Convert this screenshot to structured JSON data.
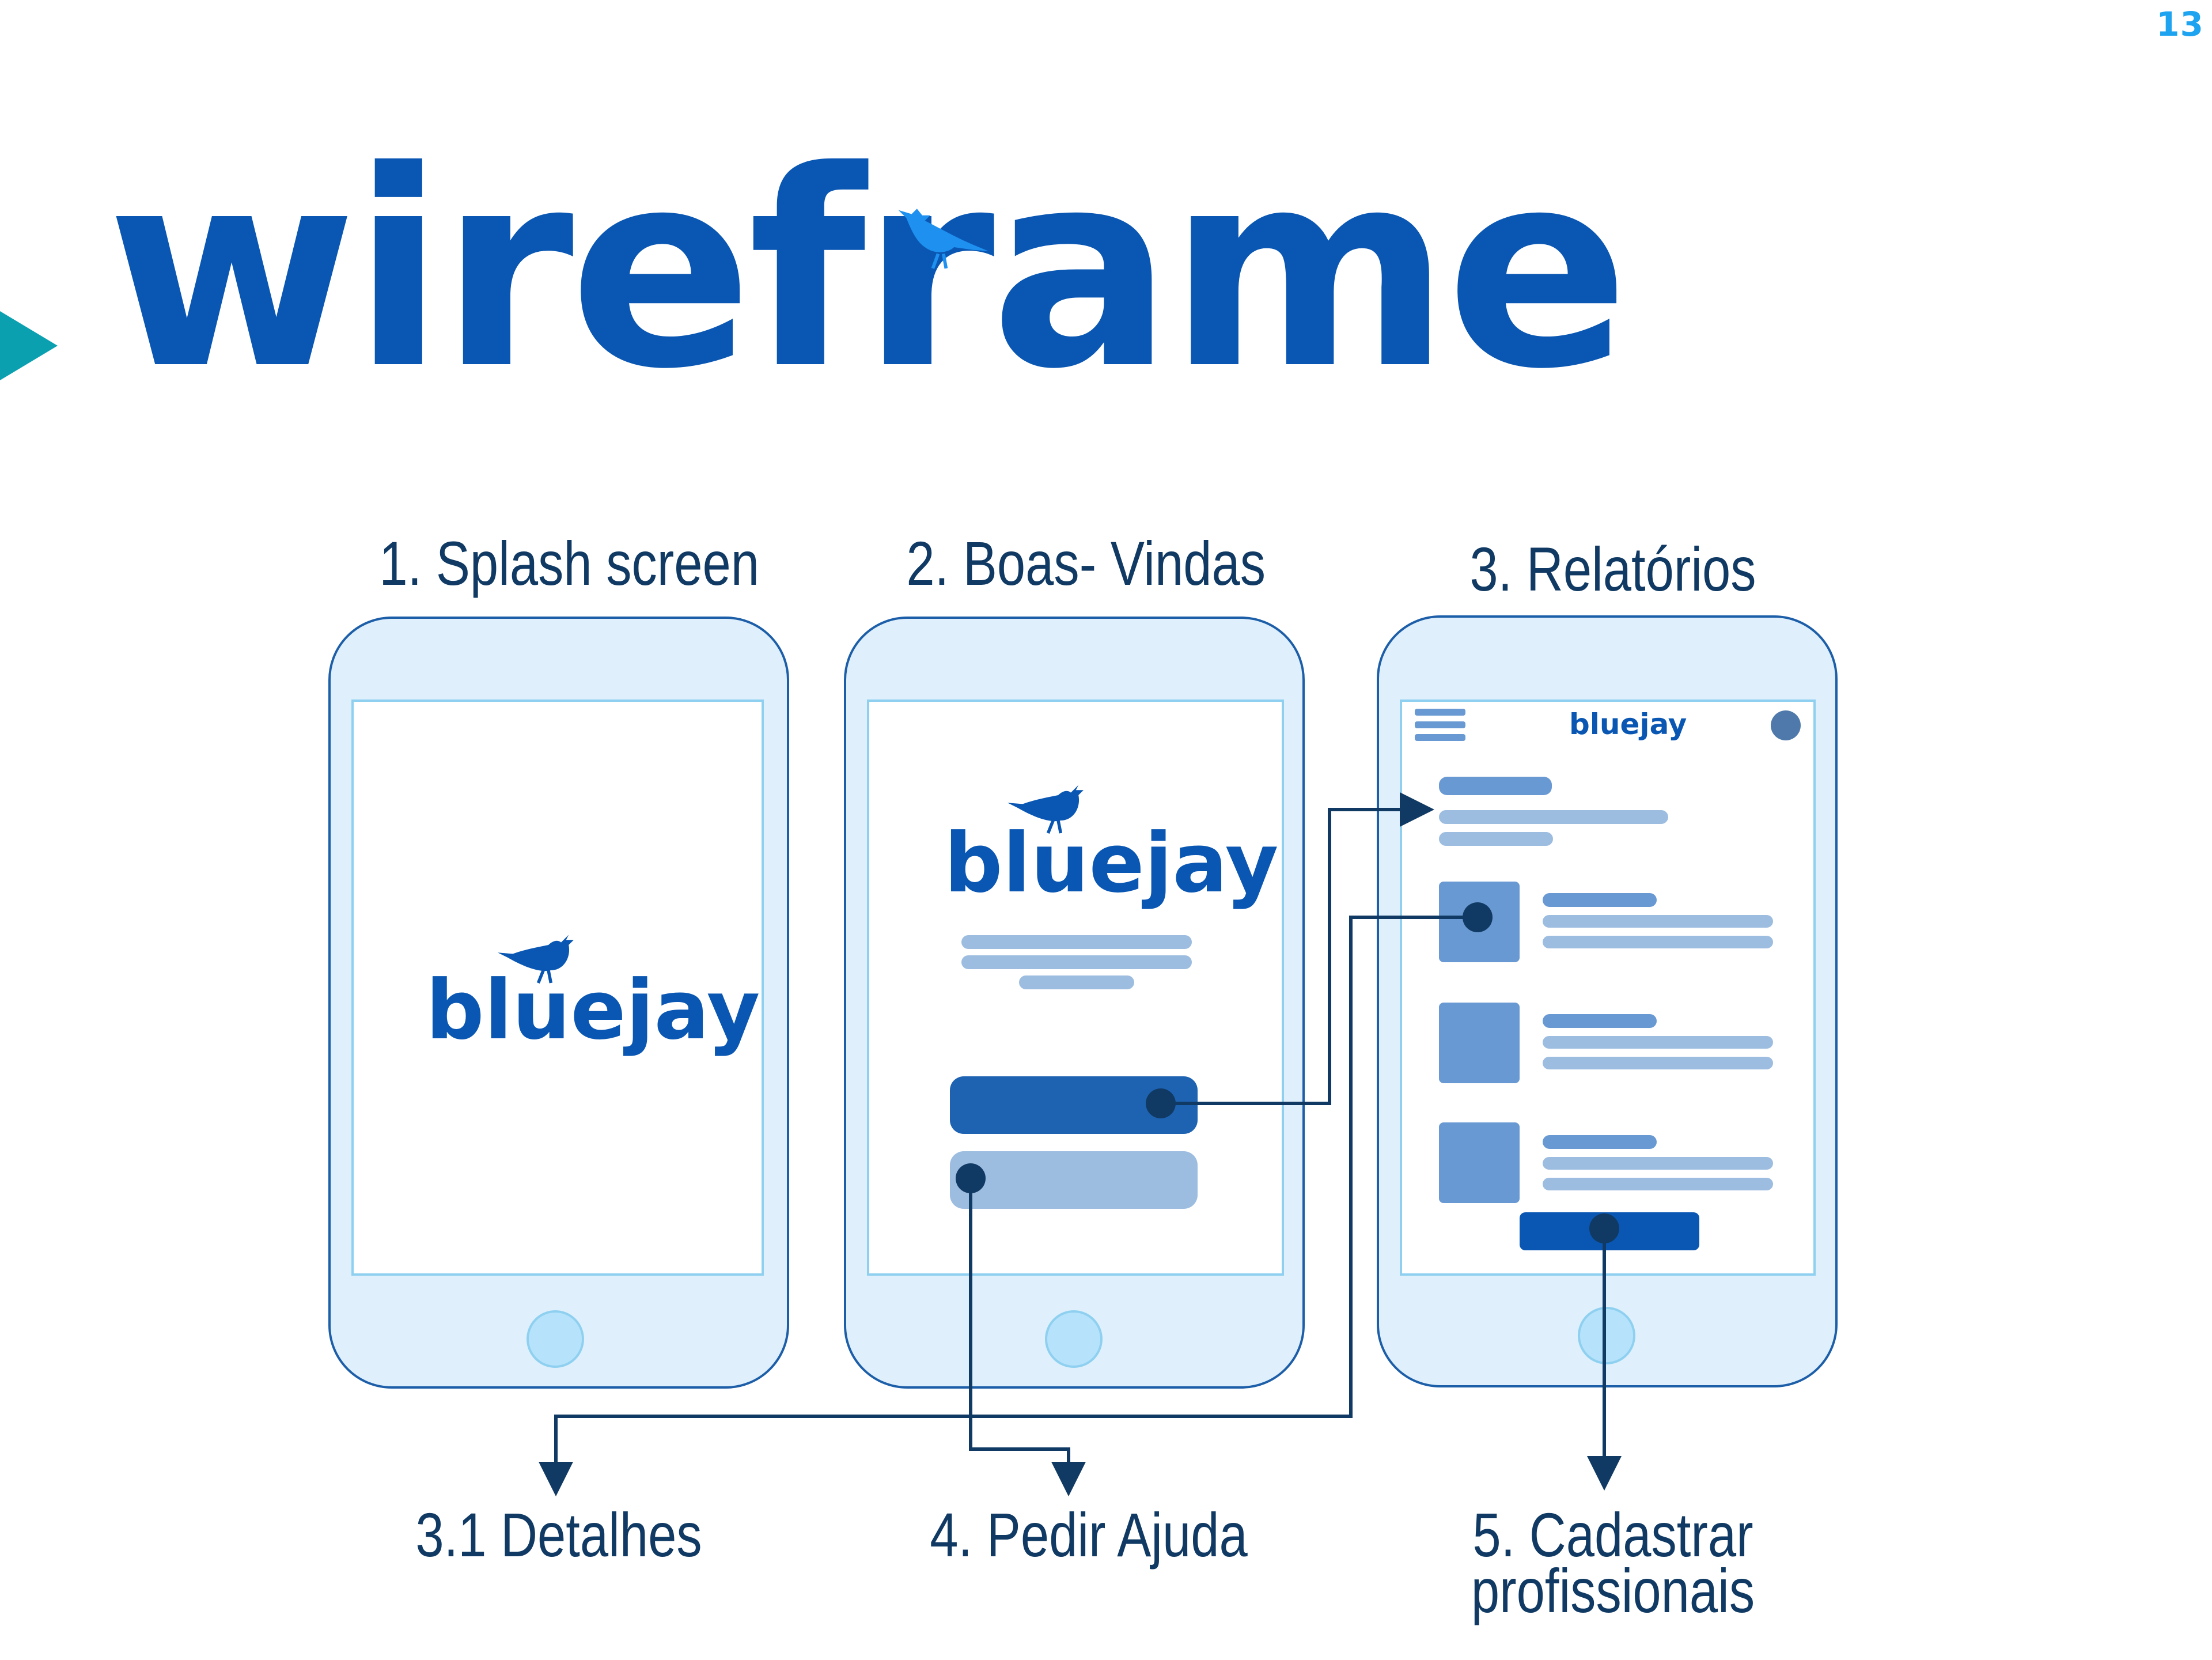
{
  "page_number": "13",
  "title": "wireframe",
  "brand": "bluejay",
  "colors": {
    "primary": "#0a57b3",
    "bird": "#1e90f0",
    "arrow_teal": "#0aa0b0",
    "connector": "#103a63"
  },
  "screens": [
    {
      "label": "1. Splash screen"
    },
    {
      "label": "2. Boas- Vindas"
    },
    {
      "label": "3. Relatórios"
    }
  ],
  "destinations": [
    {
      "label": "3.1 Detalhes"
    },
    {
      "label": "4. Pedir Ajuda"
    },
    {
      "label": "5. Cadastrar profissionais",
      "lines": [
        "5. Cadastrar",
        "profissionais"
      ]
    }
  ],
  "icons": [
    "play-arrow-icon",
    "bird-icon",
    "menu-icon",
    "profile-icon",
    "home-button"
  ]
}
